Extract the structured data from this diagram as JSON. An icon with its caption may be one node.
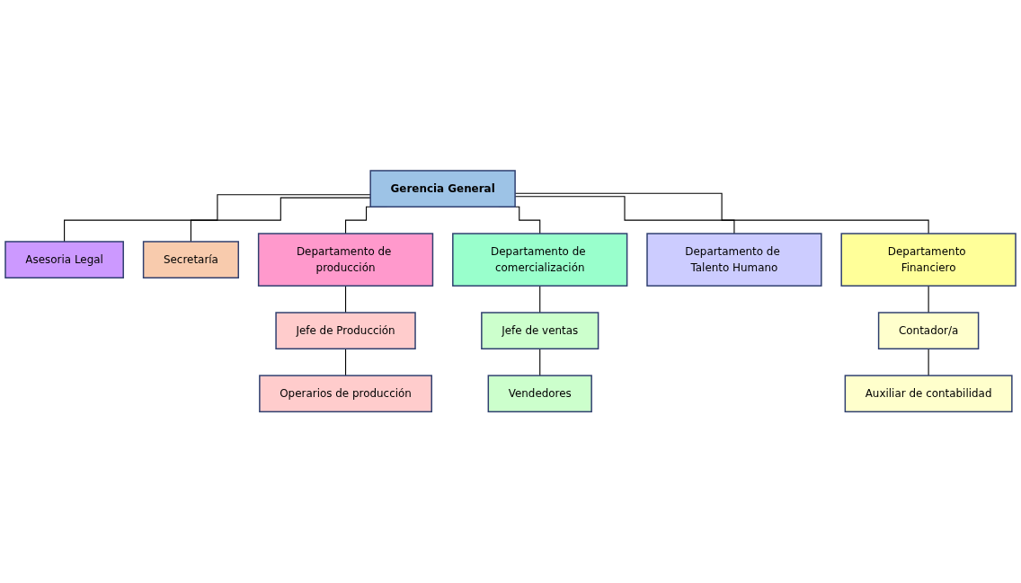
{
  "diagram": {
    "nodes": [
      {
        "text": [
          "Gerencia General"
        ]
      },
      {
        "text": [
          "Asesoria Legal"
        ]
      },
      {
        "text": [
          "Secretaría"
        ]
      },
      {
        "text": [
          "Departamento de producción"
        ]
      },
      {
        "text": [
          "Departamento de comercialización"
        ]
      },
      {
        "text": [
          "Departamento de Talento Humano"
        ]
      },
      {
        "text": [
          "Departamento Financiero"
        ]
      },
      {
        "text": [
          "Jefe de Producción"
        ]
      },
      {
        "text": [
          "Operarios de producción"
        ]
      },
      {
        "text": [
          "Jefe de ventas"
        ]
      },
      {
        "text": [
          "Vendedores"
        ]
      },
      {
        "text": [
          "Contador/a"
        ]
      },
      {
        "text": [
          "Auxiliar de contabilidad"
        ]
      }
    ],
    "edges": [
      {
        "from": 0,
        "to": 1,
        "arrow": "none"
      },
      {
        "from": 0,
        "to": 2,
        "arrow": "none"
      },
      {
        "from": 0,
        "to": 3,
        "arrow": "none"
      },
      {
        "from": 0,
        "to": 4,
        "arrow": "none"
      },
      {
        "from": 0,
        "to": 5,
        "arrow": "none"
      },
      {
        "from": 0,
        "to": 6,
        "arrow": "none"
      },
      {
        "from": 3,
        "to": 7,
        "arrow": "none"
      },
      {
        "from": 7,
        "to": 8,
        "arrow": "none"
      },
      {
        "from": 4,
        "to": 9,
        "arrow": "none"
      },
      {
        "from": 9,
        "to": 10,
        "arrow": "none"
      },
      {
        "from": 6,
        "to": 11,
        "arrow": "none"
      },
      {
        "from": 11,
        "to": 12,
        "arrow": "none"
      }
    ]
  }
}
